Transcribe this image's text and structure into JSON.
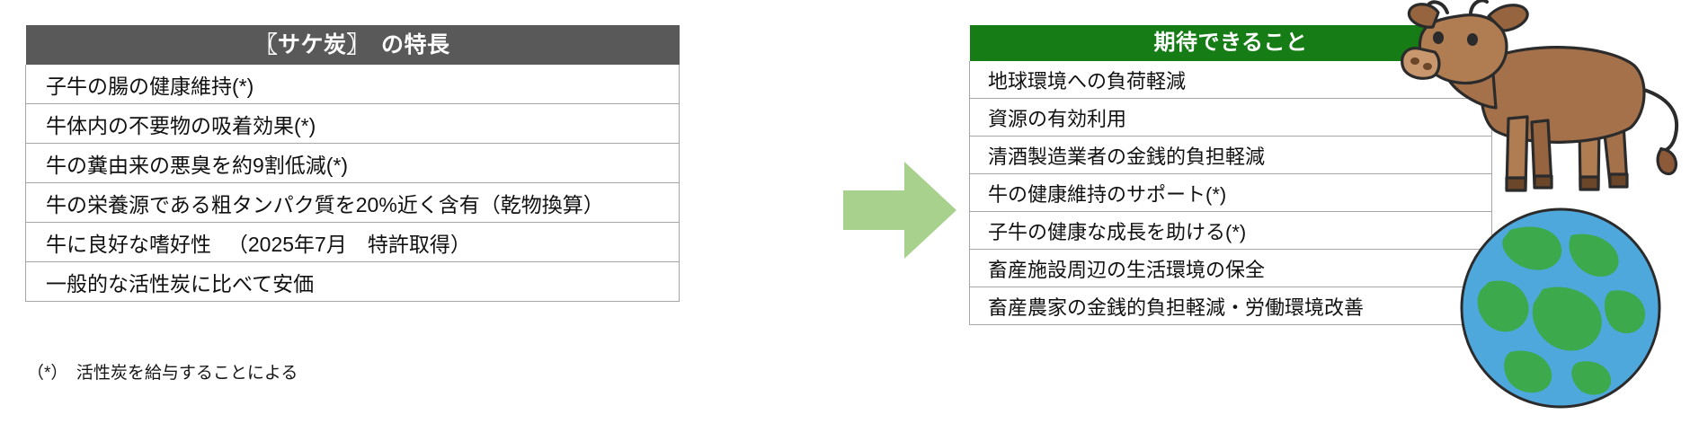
{
  "left_table": {
    "header": "〖サケ炭〗　の特長",
    "header_color": "#595959",
    "rows": [
      "子牛の腸の健康維持(*)",
      "牛体内の不要物の吸着効果(*)",
      "牛の糞由来の悪臭を約9割低減(*)",
      "牛の栄養源である粗タンパク質を20%近く含有（乾物換算）",
      "牛に良好な嗜好性 　（2025年7月　特許取得）",
      "一般的な活性炭に比べて安価"
    ],
    "footnote": "（*）　活性炭を給与することによる"
  },
  "arrow": {
    "direction": "right",
    "color": "#A9D18E",
    "icon": "arrow-right-icon"
  },
  "right_table": {
    "header": "期待できること",
    "header_color": "#167D16",
    "rows": [
      "地球環境への負荷軽減",
      "資源の有効利用",
      "清酒製造業者の金銭的負担軽減",
      "牛の健康維持のサポート(*)",
      "子牛の健康な成長を助ける(*)",
      "畜産施設周辺の生活環境の保全",
      "畜産農家の金銭的負担軽減・労働環境改善"
    ]
  },
  "illustrations": {
    "cow": {
      "icon": "cow-illustration",
      "body_color": "#A5714A",
      "outline_color": "#2b2b2b"
    },
    "globe": {
      "icon": "earth-globe-illustration",
      "ocean_color": "#4FA8DC",
      "land_color": "#3BA94C"
    }
  }
}
